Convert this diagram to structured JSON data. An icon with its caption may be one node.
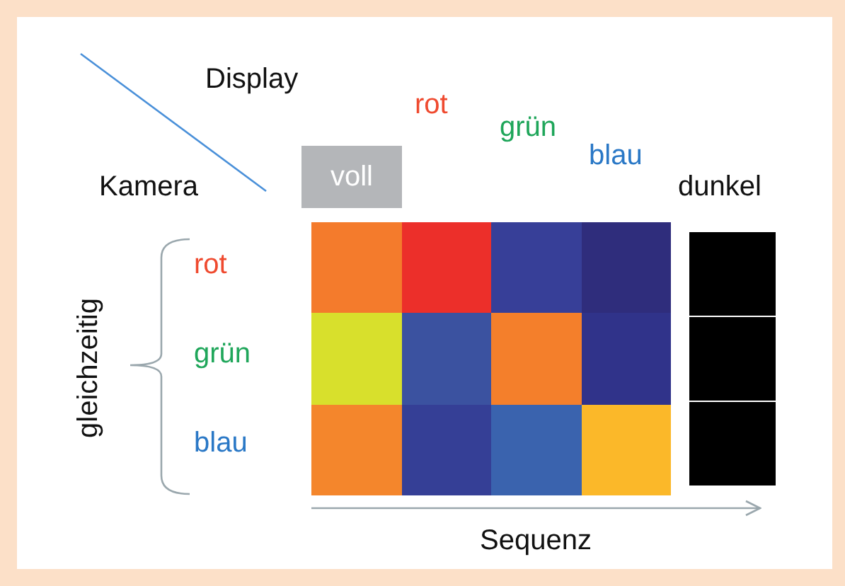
{
  "diagram": {
    "nodes": [
      {
        "text": [
          "voll"
        ]
      },
      {
        "text": [],
        "shape": "box"
      },
      {
        "text": [],
        "shape": "box"
      },
      {
        "text": [],
        "shape": "box"
      },
      {
        "text": [],
        "shape": "box"
      },
      {
        "text": [],
        "shape": "box"
      },
      {
        "text": [],
        "shape": "box"
      },
      {
        "text": [],
        "shape": "box"
      },
      {
        "text": [],
        "shape": "box"
      },
      {
        "text": [],
        "shape": "box"
      },
      {
        "text": [],
        "shape": "box"
      },
      {
        "text": [],
        "shape": "box"
      },
      {
        "text": [],
        "shape": "box"
      },
      {
        "text": [],
        "shape": "box"
      },
      {
        "text": [],
        "shape": "box"
      },
      {
        "text": [],
        "shape": "box"
      }
    ],
    "edges": [],
    "labels": [
      "Display",
      "rot",
      "grün",
      "blau",
      "Kamera",
      "dunkel",
      "gleichzeitig",
      "rot",
      "grün",
      "blau",
      "Sequenz"
    ]
  }
}
